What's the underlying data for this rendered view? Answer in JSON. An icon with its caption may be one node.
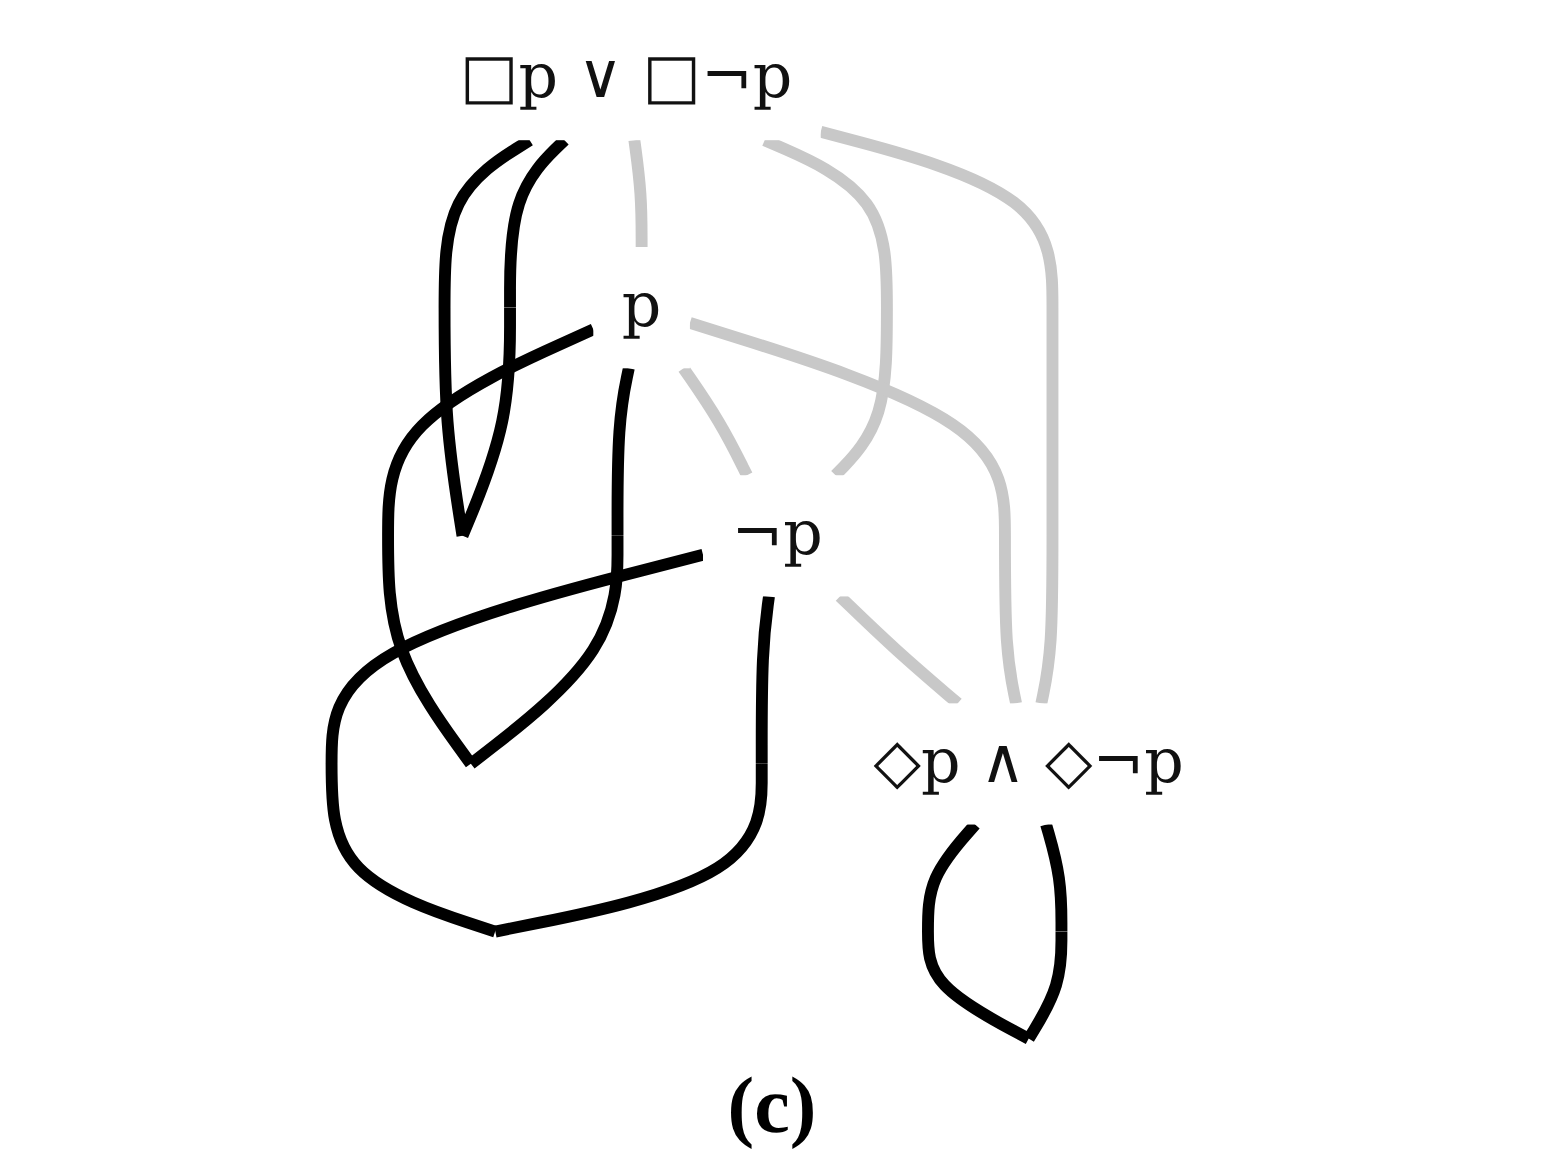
{
  "diagram": {
    "caption": "(c)",
    "nodes": [
      {
        "text": [
          "□p ∨ □¬p"
        ]
      },
      {
        "text": [
          "p"
        ]
      },
      {
        "text": [
          "¬p"
        ]
      },
      {
        "text": [
          "◇p ∧ ◇¬p"
        ]
      }
    ],
    "edges": [
      {
        "from": 0,
        "to": 1,
        "arrow": "none"
      },
      {
        "from": 0,
        "to": 2,
        "arrow": "none"
      },
      {
        "from": 0,
        "to": 3,
        "arrow": "none"
      },
      {
        "from": 1,
        "to": 2,
        "arrow": "none"
      },
      {
        "from": 1,
        "to": 3,
        "arrow": "none"
      },
      {
        "from": 2,
        "to": 3,
        "arrow": "none"
      },
      {
        "from": 0,
        "to": 0,
        "arrow": "none",
        "color": "#000000"
      },
      {
        "from": 1,
        "to": 1,
        "arrow": "none",
        "color": "#000000"
      },
      {
        "from": 2,
        "to": 2,
        "arrow": "none",
        "color": "#000000"
      },
      {
        "from": 3,
        "to": 3,
        "arrow": "none",
        "color": "#000000"
      }
    ]
  }
}
